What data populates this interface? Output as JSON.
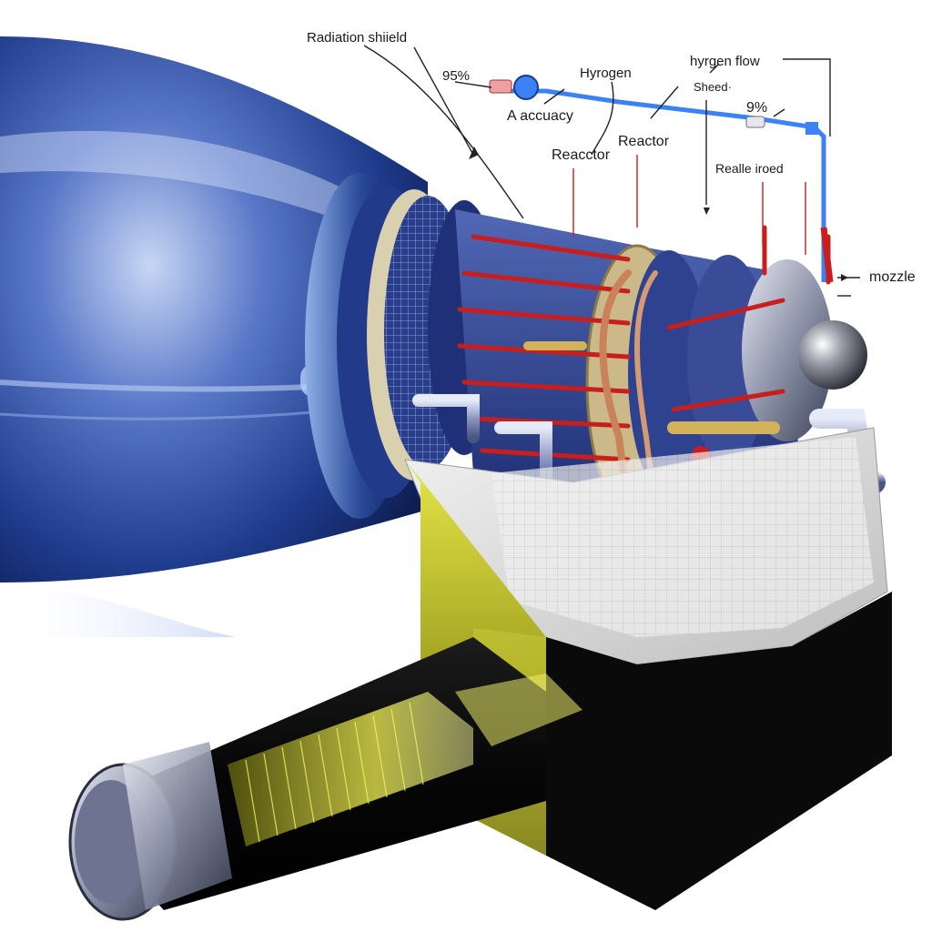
{
  "labels": {
    "radiation_shield": "Radiation shiield",
    "percent_95": "95%",
    "accuracy": "A accuacy",
    "hydrogen": "Hyrogen",
    "hydrogen_flow": "hyrgen flow",
    "sheed": "Sheed·",
    "percent_9": "9%",
    "reactor_left": "Reacctor",
    "reactor_right": "Reactor",
    "realle_rod": "Realle iroed",
    "nozzle": "mozzle"
  },
  "colors": {
    "exhaust_blue": "#1e3a8a",
    "reactor_shell": "#2b3f8f",
    "coolant_red": "#c81e1e",
    "brass": "#cbb98a",
    "hydrogen_line": "#3b82f6",
    "tunnel_yellow": "#e6e64a",
    "pedestal_black": "#0a0a0a"
  }
}
